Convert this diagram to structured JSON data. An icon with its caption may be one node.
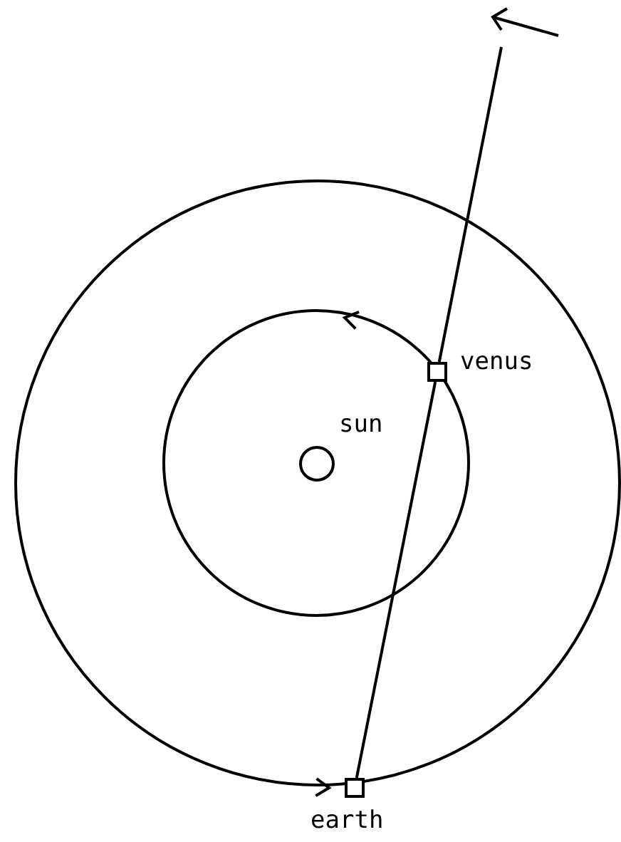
{
  "diagram": {
    "nodes": [
      {
        "text": [],
        "shape": "circle",
        "beside": [
          "sun"
        ]
      },
      {
        "text": [],
        "shape": "box",
        "beside": [
          "venus"
        ]
      },
      {
        "text": [],
        "shape": "box",
        "beside": [
          "earth"
        ]
      }
    ],
    "edges": [
      {
        "from": 2,
        "to": 1,
        "arrow": "none"
      },
      {
        "from": 1,
        "to": null,
        "arrow": "none"
      }
    ]
  }
}
